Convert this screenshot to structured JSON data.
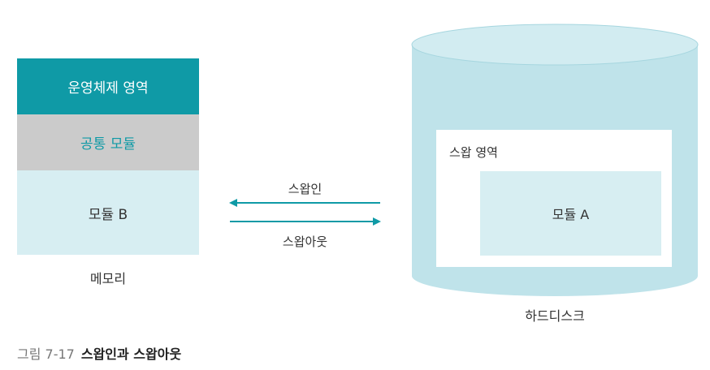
{
  "memory": {
    "os_area": "운영체제 영역",
    "common_module": "공통 모듈",
    "module_b": "모듈 B",
    "caption": "메모리"
  },
  "arrows": {
    "swap_in": "스왑인",
    "swap_out": "스왑아웃"
  },
  "disk": {
    "swap_area": "스왑 영역",
    "module_a": "모듈 A",
    "caption": "하드디스크"
  },
  "figure": {
    "number": "그림 7-17",
    "title": "스왑인과 스왑아웃"
  },
  "colors": {
    "teal": "#0f9aa6",
    "light_blue": "#d7eef2",
    "disk_body": "#bfe3ea",
    "disk_edge": "#a6d6df",
    "gray": "#cbcbcb"
  }
}
